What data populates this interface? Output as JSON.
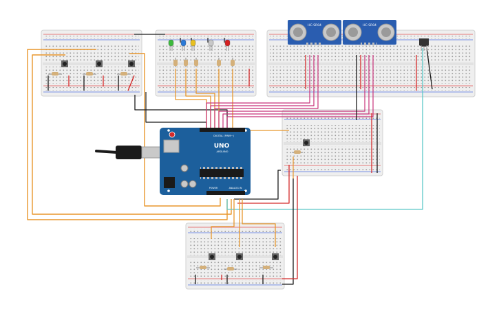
{
  "colors": {
    "wire_orange": "#e8962c",
    "wire_red": "#d42a2a",
    "wire_black": "#1a1a1a",
    "wire_magenta": "#c8327a",
    "wire_cyan": "#5ac8c8",
    "board_blue": "#1c5f9c",
    "sensor_blue": "#2a5db0",
    "breadboard": "#efefef",
    "rail_red": "#e25050",
    "rail_blue": "#5070e0"
  },
  "arduino": {
    "brand": "ARDUINO",
    "model": "UNO",
    "digital_label": "DIGITAL (PWM~)",
    "power_label": "POWER",
    "analog_label": "ANALOG IN"
  },
  "sensors": [
    {
      "label": "HC-SR04"
    },
    {
      "label": "HC-SR04"
    }
  ],
  "leds": [
    {
      "color": "#3cba3c"
    },
    {
      "color": "#2a7ad8"
    },
    {
      "color": "#e8c020"
    },
    {
      "color": "#c8c8c8"
    },
    {
      "color": "#d62020"
    }
  ],
  "breadboards": [
    {
      "id": "top-left"
    },
    {
      "id": "led-board"
    },
    {
      "id": "sensor-board"
    },
    {
      "id": "middle-right"
    },
    {
      "id": "bottom"
    }
  ],
  "buttons": [
    {
      "board": "top-left"
    },
    {
      "board": "top-left"
    },
    {
      "board": "top-left"
    },
    {
      "board": "middle-right"
    },
    {
      "board": "bottom"
    },
    {
      "board": "bottom"
    },
    {
      "board": "bottom"
    }
  ],
  "usb_cable": {
    "icon": "usb-plug-icon"
  },
  "temp_sensor": {
    "icon": "tmp-sensor-icon"
  }
}
